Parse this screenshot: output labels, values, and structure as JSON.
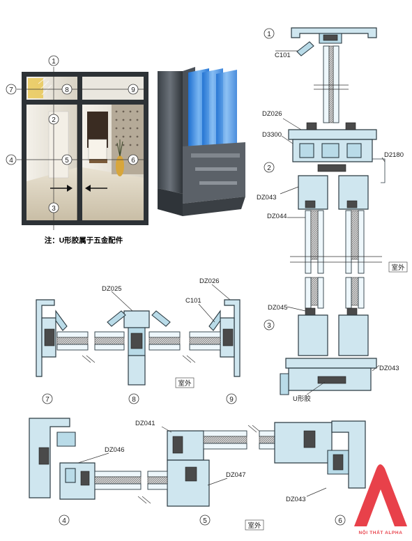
{
  "note": "注：U形胶属于五金配件",
  "outside_label": "室外",
  "window_photo": {
    "markers": [
      "1",
      "2",
      "3",
      "4",
      "5",
      "6",
      "7",
      "8",
      "9"
    ]
  },
  "profiles": {
    "C101": "C101",
    "DZ026": "DZ026",
    "D3300": "D3300",
    "D2180": "D2180",
    "DZ043": "DZ043",
    "DZ044": "DZ044",
    "DZ045": "DZ045",
    "DZ025": "DZ025",
    "DZ041": "DZ041",
    "DZ046": "DZ046",
    "DZ047": "DZ047",
    "U_seal": "U形胶"
  },
  "section_numbers": {
    "s1": "1",
    "s2": "2",
    "s3": "3",
    "s4": "4",
    "s5": "5",
    "s6": "6",
    "s7": "7",
    "s8": "8",
    "s9": "9"
  },
  "brand": {
    "name": "NỘI THẤT ALPHA",
    "color": "#e8414a"
  }
}
